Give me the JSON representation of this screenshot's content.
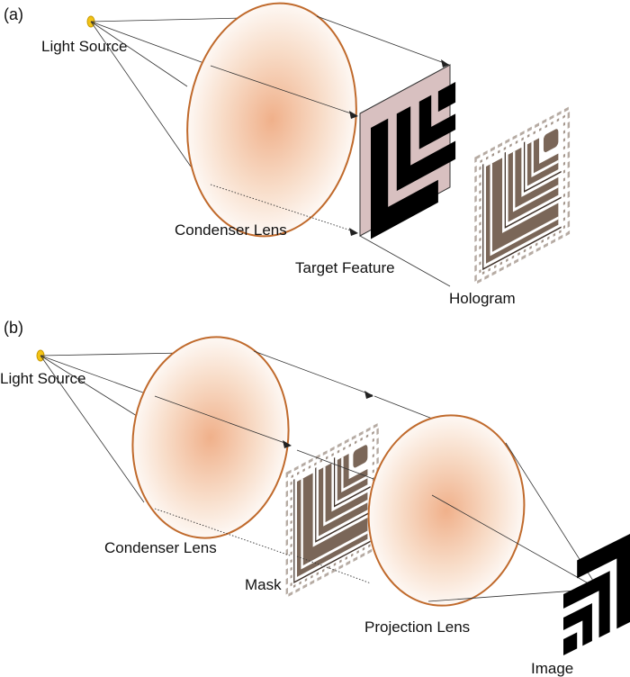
{
  "panel_a": {
    "tag": "(a)",
    "light_source": "Light Source",
    "condenser_lens": "Condenser Lens",
    "target_feature": "Target Feature",
    "hologram": "Hologram"
  },
  "panel_b": {
    "tag": "(b)",
    "light_source": "Light Source",
    "condenser_lens": "Condenser Lens",
    "mask": "Mask",
    "projection_lens": "Projection Lens",
    "image": "Image"
  },
  "colors": {
    "lens_rim": "#c06a2c",
    "lens_center": "#f2b48c",
    "light_source": "#f3c316",
    "target_plate": "#d8c0c0",
    "hologram_fill": "#7a6658"
  }
}
